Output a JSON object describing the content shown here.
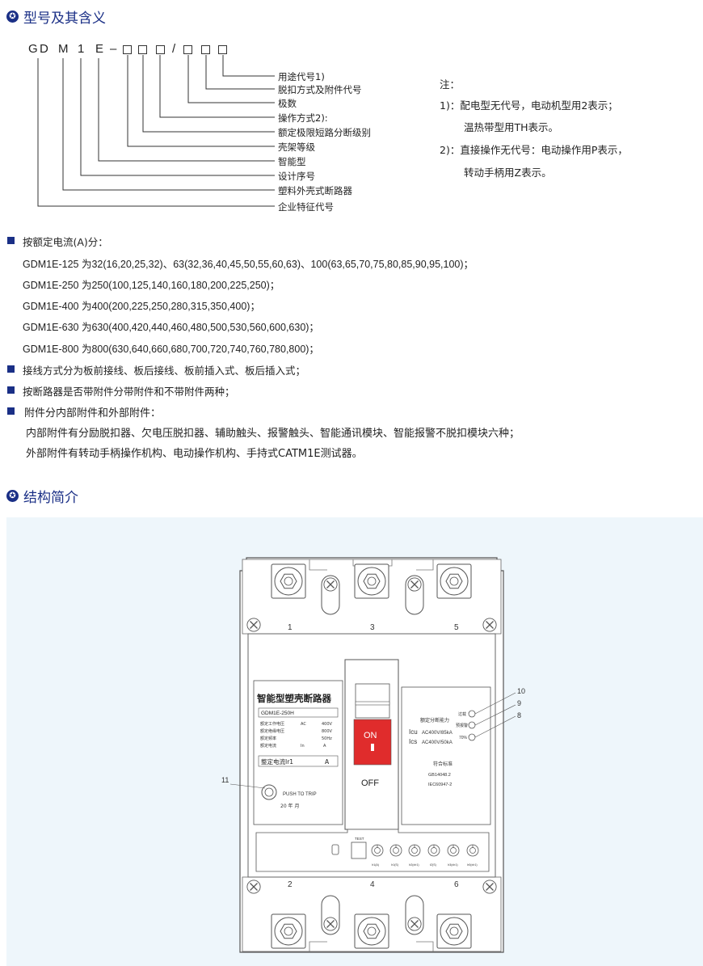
{
  "section1": {
    "title": "型号及其含义"
  },
  "model_code": {
    "chars": [
      "G",
      "D",
      "M",
      "1",
      "E",
      "–"
    ],
    "slash": "/"
  },
  "callouts": [
    "用途代号1)",
    "脱扣方式及附件代号",
    "极数",
    "操作方式2):",
    "额定极限短路分断级别",
    "壳架等级",
    "智能型",
    "设计序号",
    "塑料外壳式断路器",
    "企业特征代号"
  ],
  "notes": {
    "title": "注：",
    "lines": [
      "1)：配电型无代号，电动机型用2表示；",
      "温热带型用TH表示。",
      "2)：直接操作无代号：电动操作用P表示，",
      "转动手柄用Z表示。"
    ]
  },
  "current": {
    "heading": "按额定电流(A)分：",
    "specs": [
      "GDM1E-125 为32(16,20,25,32)、63(32,36,40,45,50,55,60,63)、100(63,65,70,75,80,85,90,95,100)；",
      "GDM1E-250 为250(100,125,140,160,180,200,225,250)；",
      "GDM1E-400 为400(200,225,250,280,315,350,400)；",
      "GDM1E-630 为630(400,420,440,460,480,500,530,560,600,630)；",
      "GDM1E-800 为800(630,640,660,680,700,720,740,760,780,800)；"
    ]
  },
  "bullets": {
    "wiring": "接线方式分为板前接线、板后接线、板前插入式、板后插入式；",
    "accessory_type": "按断路器是否带附件分带附件和不带附件两种；",
    "accessory_heading": "附件分内部附件和外部附件：",
    "internal": "内部附件有分励脱扣器、欠电压脱扣器、辅助触头、报警触头、智能通讯模块、智能报警不脱扣模块六种；",
    "external": "外部附件有转动手柄操作机构、电动操作机构、手持式CATM1E测试器。"
  },
  "section2": {
    "title": "结构简介"
  },
  "breaker": {
    "terminals_top": [
      "1",
      "3",
      "5"
    ],
    "terminals_bottom": [
      "2",
      "4",
      "6"
    ],
    "nameplate_title": "智能型塑壳断路器",
    "model": "GDM1E-250H",
    "spec_rows": [
      {
        "label": "额定工作电压",
        "mid": "AC",
        "val": "400V"
      },
      {
        "label": "额定绝缘电压",
        "mid": "",
        "val": "800V"
      },
      {
        "label": "额定频率",
        "mid": "",
        "val": "50Hz"
      },
      {
        "label": "额定电流",
        "mid": "In",
        "val": "A"
      }
    ],
    "setting_label": "整定电流Ir1",
    "setting_unit": "A",
    "push_to_trip": "PUSH TO TRIP",
    "date": "20    年    月",
    "on": "ON",
    "off": "OFF",
    "right_panel": {
      "title": "额定分断能力",
      "icu_label": "Icu",
      "icu_val": "AC400V/85kA",
      "ics_label": "Ics",
      "ics_val": "AC400V/50kA",
      "ind_10": "过载",
      "ind_9": "预报警",
      "ind_8": "70%",
      "std_title": "符合标准",
      "std1": "GB14048.2",
      "std2": "IEC60947-2"
    },
    "test_label": "TEST",
    "dial_labels": [
      "Ir1(A)",
      "Ir1(S)",
      "Ir2(xIr1)",
      "t2(S)",
      "Ir3(xIr1)",
      "Ir0(xIr1)"
    ],
    "callout_numbers": [
      "11",
      "10",
      "9",
      "8"
    ]
  }
}
